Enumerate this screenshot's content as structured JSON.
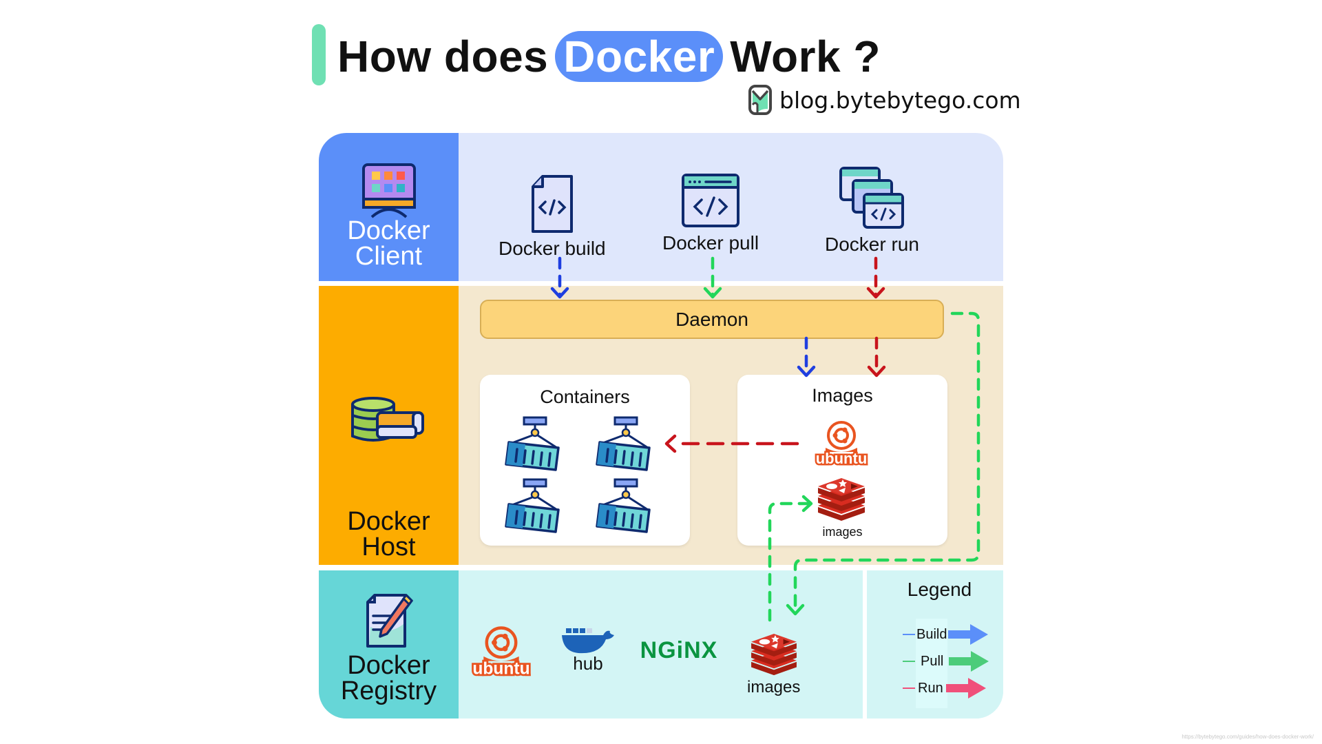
{
  "header": {
    "title_before": "How does",
    "title_highlight": "Docker",
    "title_after": "Work ?",
    "brand_icon": "bytebytego-logo-icon",
    "brand_text": "blog.bytebytego.com"
  },
  "colors": {
    "accent_bar": "#6fe0b3",
    "highlight": "#5b8ff9",
    "client_side": "#5b8ff9",
    "client_bg": "#dfe7fc",
    "host_side": "#fdac00",
    "host_bg": "#f4e8cf",
    "registry_side": "#66d6d7",
    "registry_bg": "#d3f5f5",
    "daemon_fill": "#fcd47a",
    "build_arrow": "#1f3fe0",
    "pull_arrow": "#22d65a",
    "run_arrow": "#c8141c",
    "legend_build": "#5b8ff9",
    "legend_pull": "#4ccc7a",
    "legend_run": "#f0507a"
  },
  "client": {
    "label_line1": "Docker",
    "label_line2": "Client",
    "icon": "monitor-app-grid-icon",
    "commands": [
      {
        "label": "Docker build",
        "icon": "code-file-icon"
      },
      {
        "label": "Docker pull",
        "icon": "code-window-icon"
      },
      {
        "label": "Docker run",
        "icon": "stacked-code-windows-icon"
      }
    ]
  },
  "host": {
    "label_line1": "Docker",
    "label_line2": "Host",
    "icon": "database-server-icon",
    "daemon_label": "Daemon",
    "containers": {
      "title": "Containers",
      "items": [
        "container-icon",
        "container-icon",
        "container-icon",
        "container-icon"
      ]
    },
    "images": {
      "title": "Images",
      "items": [
        {
          "icon": "ubuntu-logo-icon",
          "label": "ubuntu"
        },
        {
          "icon": "redis-logo-icon",
          "label": "images"
        }
      ]
    }
  },
  "registry": {
    "label_line1": "Docker",
    "label_line2": "Registry",
    "icon": "document-pen-icon",
    "items": [
      {
        "icon": "ubuntu-logo-icon",
        "label": "ubuntu"
      },
      {
        "icon": "docker-whale-icon",
        "label": "hub"
      },
      {
        "icon": "nginx-logo-icon",
        "label": "NGiNX"
      },
      {
        "icon": "redis-logo-icon",
        "label": "images"
      }
    ]
  },
  "legend": {
    "title": "Legend",
    "items": [
      {
        "label": "Build",
        "color": "#5b8ff9"
      },
      {
        "label": "Pull",
        "color": "#4ccc7a"
      },
      {
        "label": "Run",
        "color": "#f0507a"
      }
    ]
  },
  "footer": {
    "url_text": "https://bytebytego.com/guides/how-does-docker-work/"
  }
}
